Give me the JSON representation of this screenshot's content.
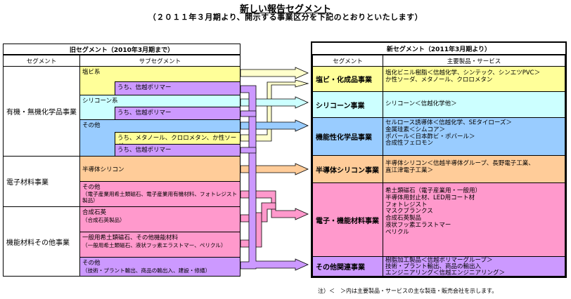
{
  "title": "新しい報告セグメント",
  "subtitle": "（２０１１年３月期より、開示する事業区分を下記のとおりといたします）",
  "old": {
    "header": "旧セグメント（2010年3月期まで）",
    "col_segment": "セグメント",
    "col_sub": "サブセグメント",
    "segments": [
      {
        "name": "有機・無機化学品事業"
      },
      {
        "name": "電子材料事業"
      },
      {
        "name": "機能材料その他事業"
      }
    ],
    "subs": [
      {
        "label": "塩ビ系"
      },
      {
        "label": "うち、信越ポリマー"
      },
      {
        "label": "シリコーン系"
      },
      {
        "label": "うち、信越ポリマー"
      },
      {
        "label": "その他"
      },
      {
        "label": "うち、メタノール、クロロメタン、か性ソーダ"
      },
      {
        "label": "うち、信越ポリマー"
      },
      {
        "label": "半導体シリコン"
      },
      {
        "label": "その他",
        "detail": "（電子産業用希土類磁石、電子産業用有機材料、フォトレジスト製品）"
      },
      {
        "label": "合成石英",
        "detail": "（合成石英製品）"
      },
      {
        "label": "一般用希土類磁石、その他機能材料",
        "detail": "（一般用希土類磁石、液状フッ素エラストマー、ペリクル）"
      },
      {
        "label": "その他",
        "detail": "（技術・プラント輸出、商品の輸出入、建設・修繕）"
      }
    ]
  },
  "new": {
    "header": "新セグメント（2011年3月期より）",
    "col_segment": "セグメント",
    "col_products": "主要製品・サービス",
    "segments": [
      {
        "name": "塩ビ・化成品事業",
        "products": [
          "塩化ビニル樹脂＜信越化学、シンテック、シンエツPVC＞",
          "か性ソーダ、メタノール、クロロメタン"
        ]
      },
      {
        "name": "シリコーン事業",
        "products": [
          "シリコーン＜信越化学他＞"
        ]
      },
      {
        "name": "機能性化学品事業",
        "products": [
          "セルロース誘導体＜信越化学、SEタイローズ＞",
          "金属珪素＜シムコア＞",
          "ポバール＜日本酢ビ・ポバール＞",
          "合成性フェロモン"
        ]
      },
      {
        "name": "半導体シリコン事業",
        "products": [
          "半導体シリコン＜信越半導体グループ、長野電子工業、",
          "直江津電子工業＞"
        ]
      },
      {
        "name": "電子・機能材料事業",
        "products": [
          "希土類磁石（電子産業用・一般用）",
          "半導体用封止材、LED用コート材",
          "フォトレジスト",
          "マスクブランクス",
          "合成石英製品",
          "液状フッ素エラストマー",
          "ペリクル"
        ]
      },
      {
        "name": "その他関連事業",
        "products": [
          "樹脂加工製品＜信越ポリマーグループ＞",
          "技術・プラント輸出、商品の輸出入",
          "エンジニアリング＜信越エンジニアリング＞"
        ]
      }
    ]
  },
  "note": "注）＜　＞内は主要製品・サービスの主な製造・販売会社を示します。",
  "colors": {
    "yellow": "#ffff99",
    "cyan": "#ccffff",
    "blue": "#99ccff",
    "orange": "#ffcc99",
    "pink": "#ff99cc",
    "purple": "#cc99ff",
    "arrow_yellow": "#ffffcc",
    "arrow_purple": "#cc99ff"
  }
}
